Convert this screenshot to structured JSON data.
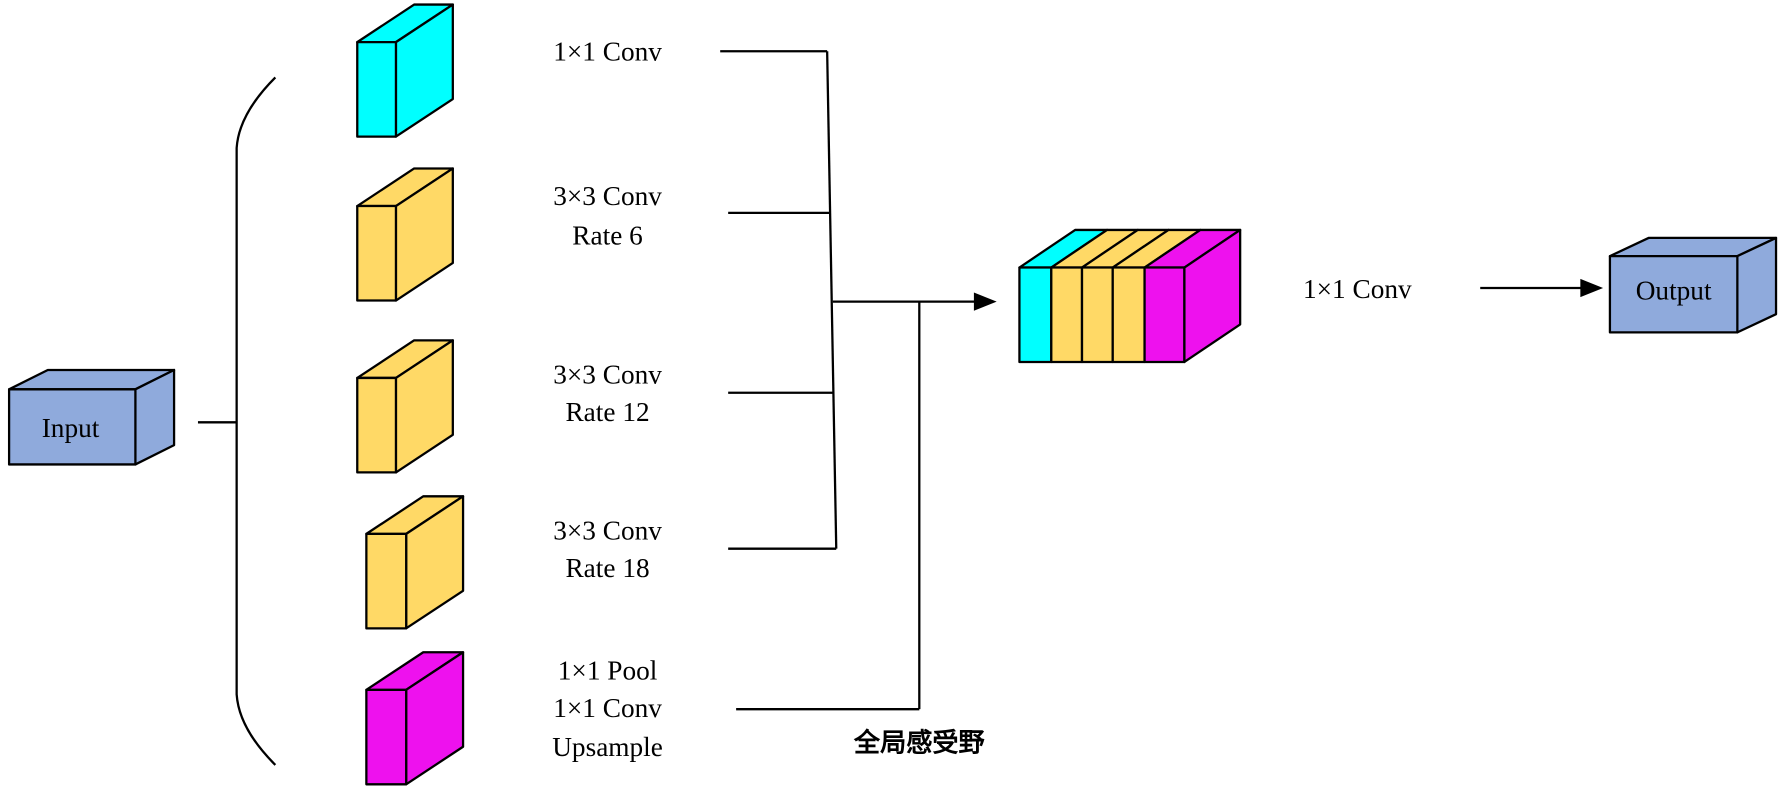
{
  "colors": {
    "cyan": "#00FFFF",
    "yellow": "#FFD966",
    "magenta": "#EE11EE",
    "blue": "#8FAADC",
    "line": "#000000"
  },
  "input": {
    "label": "Input"
  },
  "output": {
    "label": "Output"
  },
  "branches": [
    {
      "lines": [
        "1×1 Conv"
      ],
      "color": "cyan"
    },
    {
      "lines": [
        "3×3 Conv",
        "Rate 6"
      ],
      "color": "yellow"
    },
    {
      "lines": [
        "3×3 Conv",
        "Rate 12"
      ],
      "color": "yellow"
    },
    {
      "lines": [
        "3×3 Conv",
        "Rate 18"
      ],
      "color": "yellow"
    },
    {
      "lines": [
        "1×1 Pool",
        "1×1 Conv",
        "Upsample"
      ],
      "color": "magenta"
    }
  ],
  "concat": {
    "stripe_colors": [
      "cyan",
      "yellow",
      "yellow",
      "yellow",
      "magenta"
    ]
  },
  "final_conv": {
    "label": "1×1 Conv"
  },
  "global_field": {
    "label": "全局感受野"
  }
}
